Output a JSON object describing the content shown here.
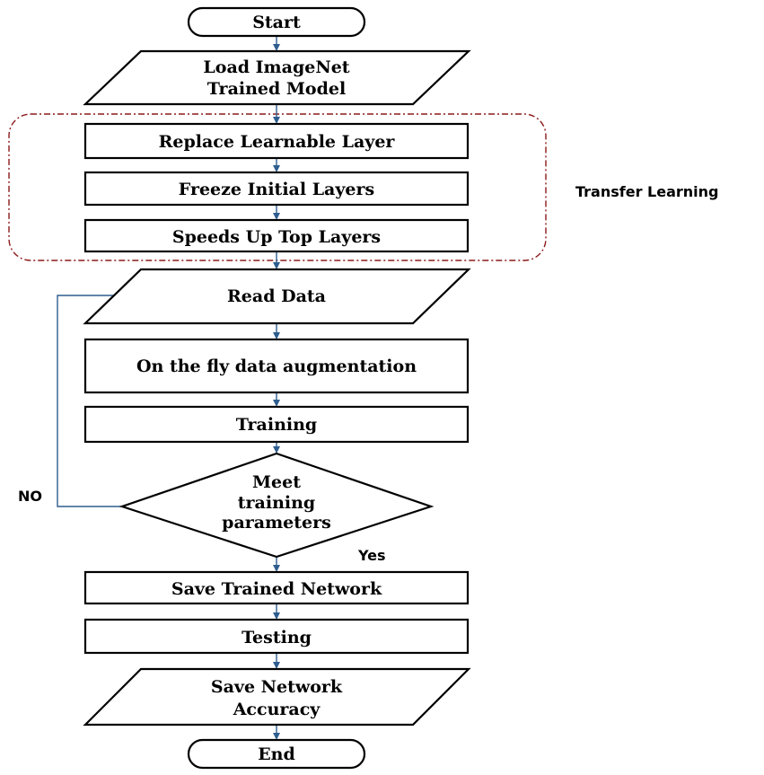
{
  "diagram": {
    "nodes": [
      {
        "id": "start",
        "shape": "terminator",
        "lines": [
          "Start"
        ]
      },
      {
        "id": "load_model",
        "shape": "parallelogram",
        "lines": [
          "Load ImageNet",
          "Trained Model"
        ]
      },
      {
        "id": "replace_layer",
        "shape": "process",
        "lines": [
          "Replace Learnable Layer"
        ]
      },
      {
        "id": "freeze_layers",
        "shape": "process",
        "lines": [
          "Freeze Initial  Layers"
        ]
      },
      {
        "id": "speed_up",
        "shape": "process",
        "lines": [
          "Speeds Up Top Layers"
        ]
      },
      {
        "id": "read_data",
        "shape": "parallelogram",
        "lines": [
          "Read Data"
        ]
      },
      {
        "id": "augmentation",
        "shape": "process",
        "lines": [
          "On the fly data augmentation"
        ]
      },
      {
        "id": "training",
        "shape": "process",
        "lines": [
          "Training"
        ]
      },
      {
        "id": "decision",
        "shape": "decision",
        "lines": [
          "Meet",
          "training",
          "parameters"
        ]
      },
      {
        "id": "save_network",
        "shape": "process",
        "lines": [
          "Save Trained Network"
        ]
      },
      {
        "id": "testing",
        "shape": "process",
        "lines": [
          "Testing"
        ]
      },
      {
        "id": "save_accuracy",
        "shape": "parallelogram",
        "lines": [
          "Save Network",
          "Accuracy"
        ]
      },
      {
        "id": "end",
        "shape": "terminator",
        "lines": [
          "End"
        ]
      }
    ],
    "edges": [
      {
        "from": "start",
        "to": "load_model"
      },
      {
        "from": "load_model",
        "to": "replace_layer"
      },
      {
        "from": "replace_layer",
        "to": "freeze_layers"
      },
      {
        "from": "freeze_layers",
        "to": "speed_up"
      },
      {
        "from": "speed_up",
        "to": "read_data"
      },
      {
        "from": "read_data",
        "to": "augmentation"
      },
      {
        "from": "augmentation",
        "to": "training"
      },
      {
        "from": "training",
        "to": "decision"
      },
      {
        "from": "decision",
        "to": "save_network",
        "label": "Yes"
      },
      {
        "from": "decision",
        "to": "read_data",
        "label": "NO"
      },
      {
        "from": "save_network",
        "to": "testing"
      },
      {
        "from": "testing",
        "to": "save_accuracy"
      },
      {
        "from": "save_accuracy",
        "to": "end"
      }
    ],
    "group": {
      "label": "Transfer Learning",
      "members": [
        "replace_layer",
        "freeze_layers",
        "speed_up"
      ]
    },
    "colors": {
      "connector": "#2e5d8e",
      "group_border": "#8b1a1a",
      "node_border": "#000000"
    }
  }
}
